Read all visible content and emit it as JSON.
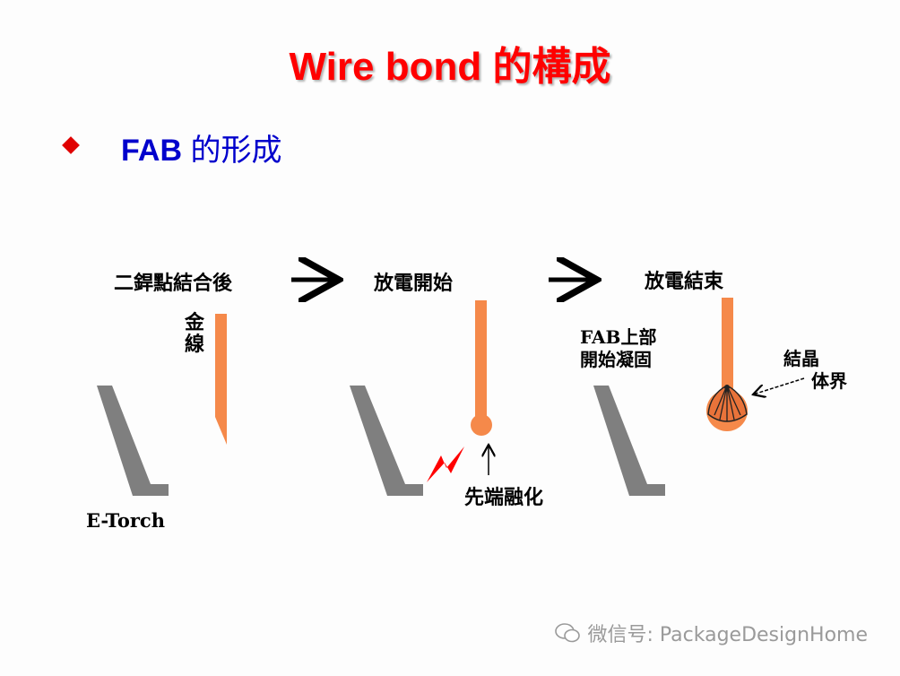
{
  "title": "Wire bond 的構成",
  "subtitle": {
    "prefix": "FAB",
    "text": " 的形成"
  },
  "stages": [
    {
      "label": "二銲點結合後"
    },
    {
      "label": "放電開始"
    },
    {
      "label": "放電結束"
    }
  ],
  "annotations": {
    "gold_wire": "金線",
    "e_torch": "E-Torch",
    "tip_melt": "先端融化",
    "fab_top_line1": "FAB上部",
    "fab_top_line2": "開始凝固",
    "grain_line1": "結晶",
    "grain_line2": "体界"
  },
  "watermark": "微信号: PackageDesignHome",
  "colors": {
    "title": "#ff0000",
    "subtitle": "#0000cc",
    "wire": "#f5894a",
    "torch": "#7f7f7f",
    "spark": "#ff0000"
  }
}
